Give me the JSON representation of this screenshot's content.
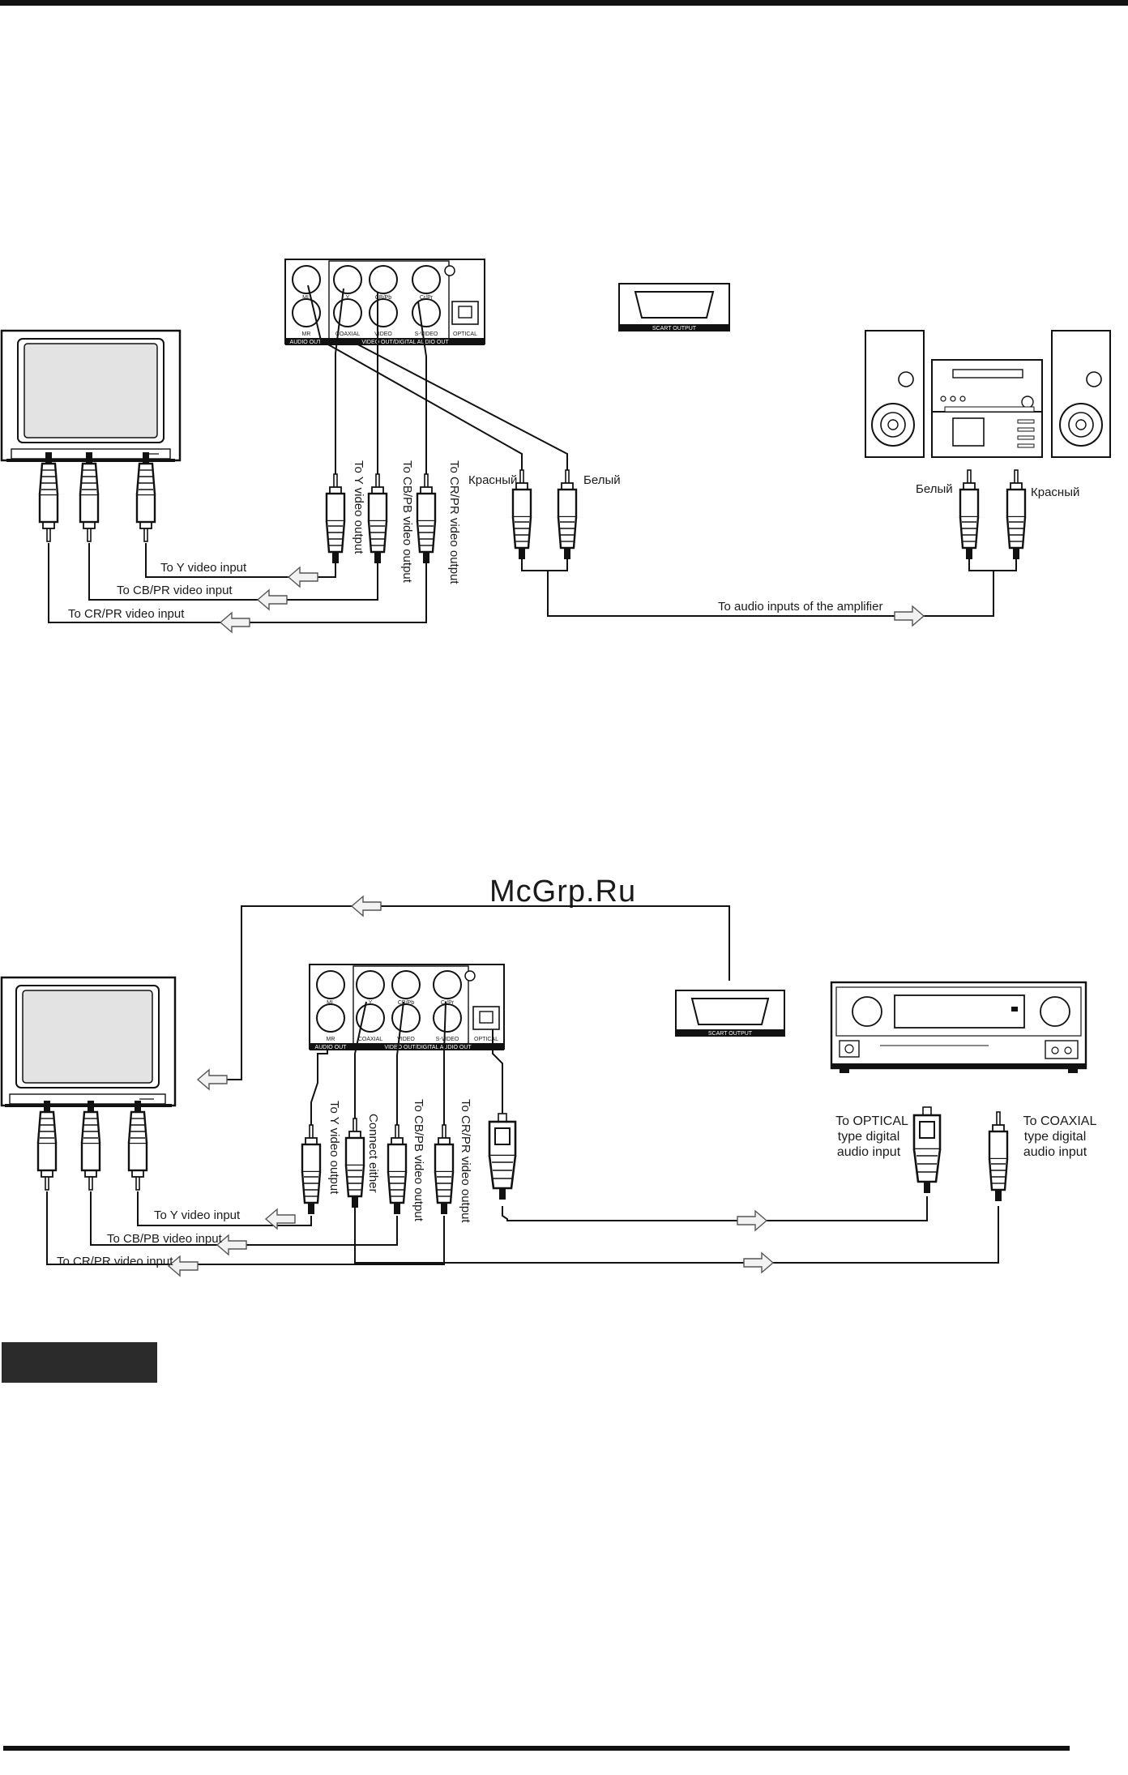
{
  "watermark": "McGrp.Ru",
  "diagram1": {
    "panel": {
      "ml": "ML",
      "mr": "MR",
      "y": "Y",
      "cbpb": "CB/Pb",
      "crpr": "Cr/Pr",
      "coaxial": "COAXIAL",
      "video": "VIDEO",
      "svideo": "S-VIDEO",
      "optical": "OPTICAL",
      "audio_out": "AUDIO OUT",
      "video_out": "VIDEO OUT/DIGITAL AUDIO OUT"
    },
    "scart_label": "SCART OUTPUT",
    "labels": {
      "y_output": "To Y video output",
      "cb_output": "To CB/PB video output",
      "cr_output": "To CR/PR video output",
      "y_input": "To Y video input",
      "cb_input": "To CB/PR video input",
      "cr_input": "To CR/PR video input",
      "red_left": "Красный",
      "white_left": "Белый",
      "white_right": "Белый",
      "red_right": "Красный",
      "amplifier": "To audio inputs of the amplifier"
    }
  },
  "diagram2": {
    "panel": {
      "ml": "ML",
      "mr": "MR",
      "y": "Y",
      "cbpb": "CB/Pb",
      "crpr": "Cr/Pr",
      "coaxial": "COAXIAL",
      "video": "VIDEO",
      "svideo": "S-VIDEO",
      "optical": "OPTICAL",
      "audio_out": "AUDIO OUT",
      "video_out": "VIDEO OUT/DIGITAL AUDIO OUT"
    },
    "scart_label": "SCART OUTPUT",
    "labels": {
      "y_output": "To Y video output",
      "connect_either": "Connect either",
      "cb_output": "To CB/PB  video output",
      "cr_output": "To CR/PR video output",
      "y_input": "To Y video input",
      "cb_input": "To CB/PB video input",
      "cr_input": "To CR/PR video input",
      "optical_1": "To OPTICAL",
      "optical_2": "type digital",
      "optical_3": "audio input",
      "coaxial_1": "To COAXIAL",
      "coaxial_2": "type digital",
      "coaxial_3": "audio input"
    }
  }
}
